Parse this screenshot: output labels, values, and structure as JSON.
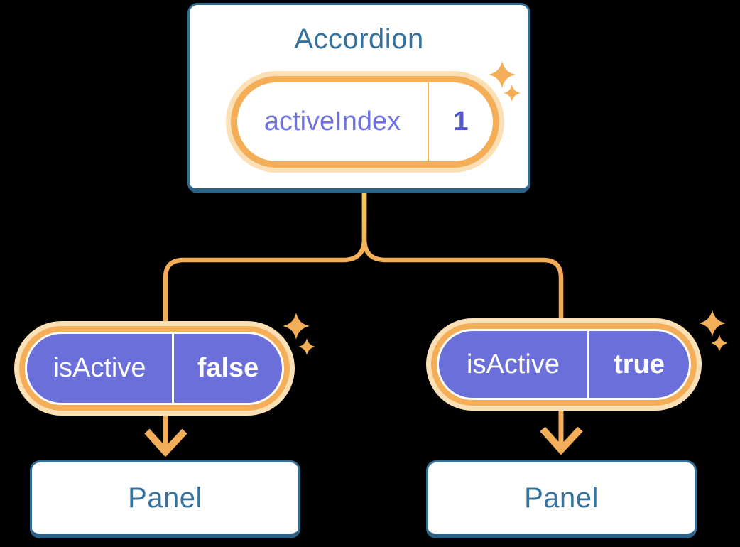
{
  "diagram": {
    "accordion": {
      "title": "Accordion",
      "state": {
        "label": "activeIndex",
        "value": "1"
      }
    },
    "children": [
      {
        "prop": {
          "label": "isActive",
          "value": "false"
        },
        "panel": {
          "label": "Panel"
        }
      },
      {
        "prop": {
          "label": "isActive",
          "value": "true"
        },
        "panel": {
          "label": "Panel"
        }
      }
    ],
    "colors": {
      "background": "#000000",
      "box_border": "#336E93",
      "box_border_bottom": "#2C6285",
      "title_text": "#35739E",
      "accent_orange": "#F2AC57",
      "accent_yellow": "#F8CB5E",
      "pill_glow": "#FBE0B5",
      "pill_ring": "#F4AE58",
      "purple_fill": "#6A6FDA",
      "state_label_text": "#6F72E3",
      "state_value_text": "#5356D3",
      "prop_text": "#FFFFFF"
    },
    "icons": {
      "sparkle": "sparkle-icon"
    }
  }
}
